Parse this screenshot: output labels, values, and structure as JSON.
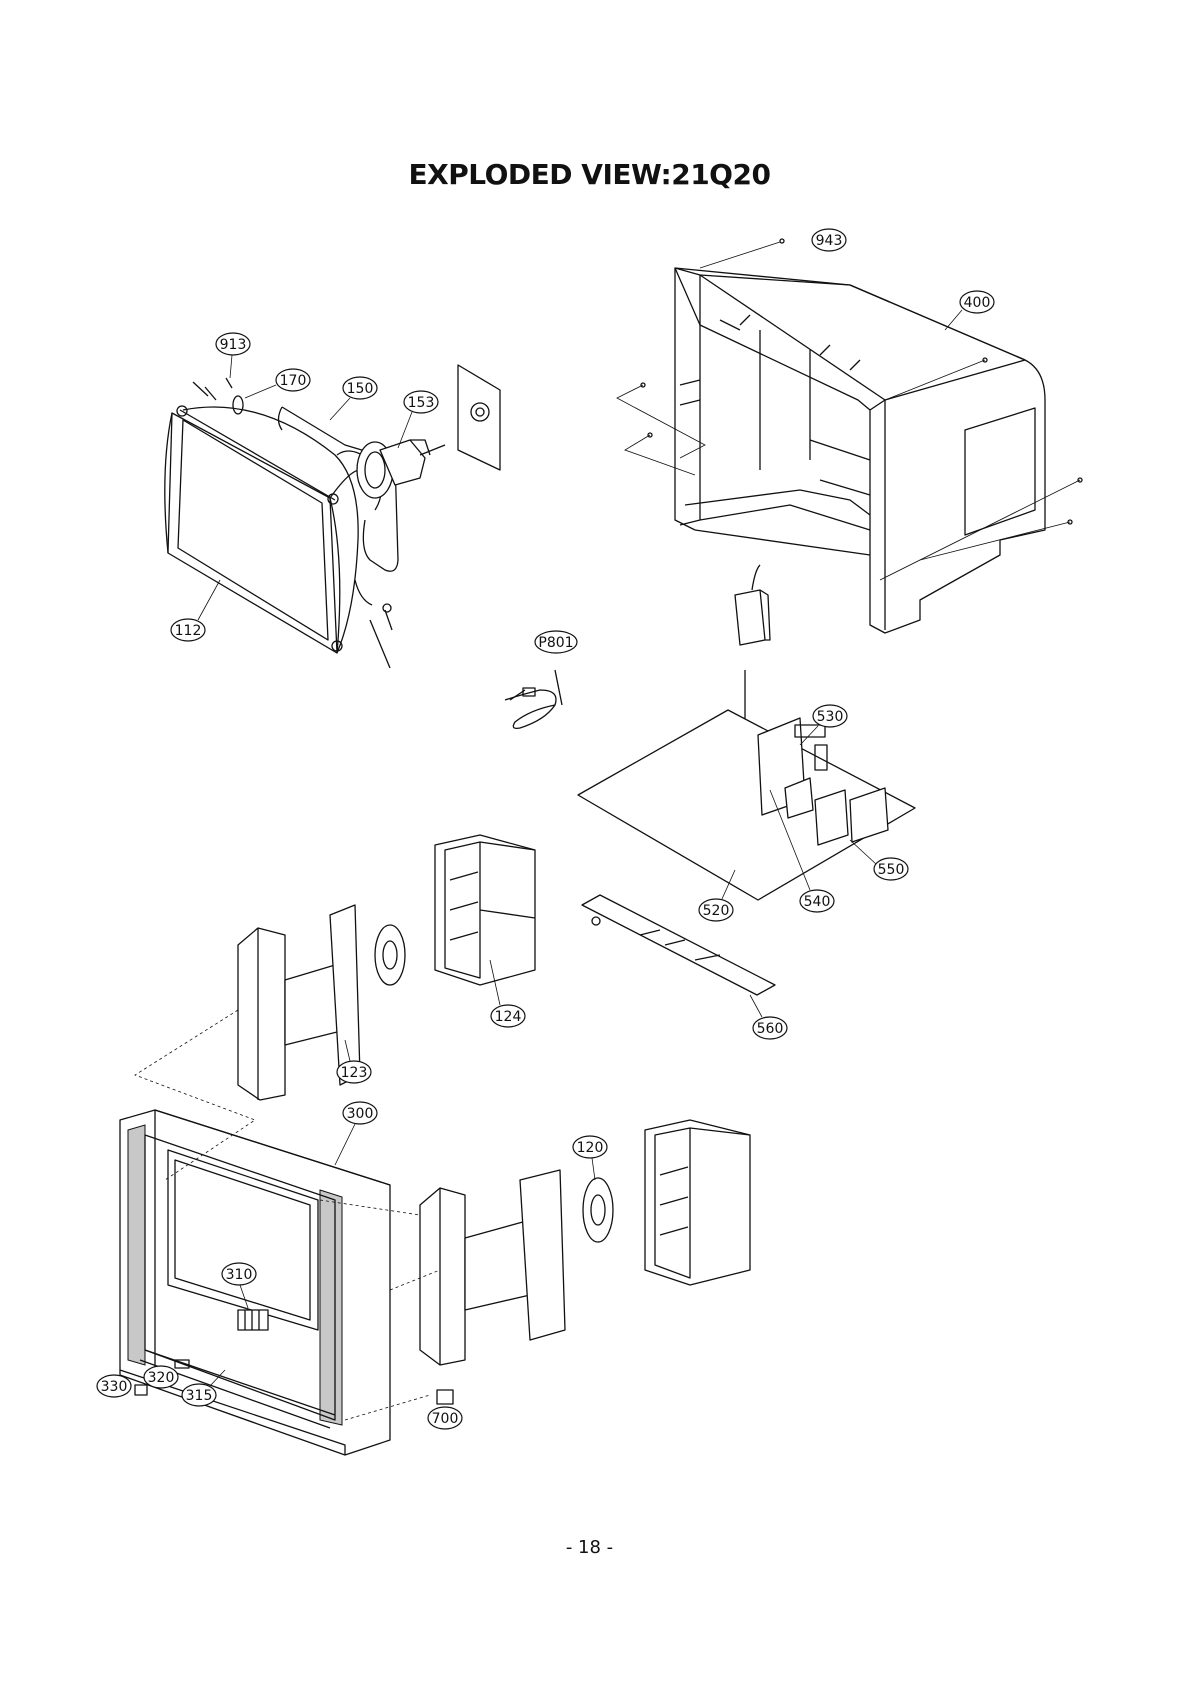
{
  "title": "EXPLODED VIEW:21Q20",
  "page_number": "-  18  -",
  "callouts": {
    "c913": "913",
    "c170": "170",
    "c150": "150",
    "c153": "153",
    "c112": "112",
    "c943": "943",
    "c400": "400",
    "cP801": "P801",
    "c530": "530",
    "c550": "550",
    "c540": "540",
    "c520": "520",
    "c560": "560",
    "c124": "124",
    "c123": "123",
    "c300": "300",
    "c120": "120",
    "c310": "310",
    "c330": "330",
    "c320": "320",
    "c315": "315",
    "c700": "700"
  }
}
